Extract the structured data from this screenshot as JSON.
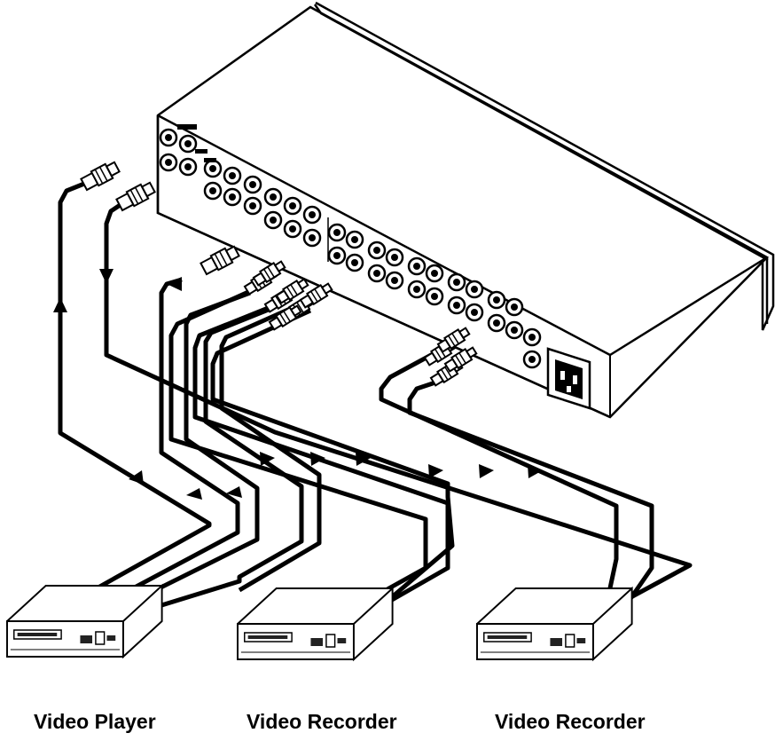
{
  "colors": {
    "background": "#ffffff",
    "stroke": "#000000",
    "chassis_fill": "#ffffff",
    "device_fill": "#ffffff",
    "detail_fill": "#222222"
  },
  "devices": [
    {
      "id": "player",
      "label": "Video Player"
    },
    {
      "id": "recorder1",
      "label": "Video Recorder"
    },
    {
      "id": "recorder2",
      "label": "Video Recorder"
    }
  ],
  "chassis": {
    "connectors": "bnc-and-rca-panel",
    "power": "iec-power-inlet"
  },
  "flow_arrows": "arrow-icon"
}
